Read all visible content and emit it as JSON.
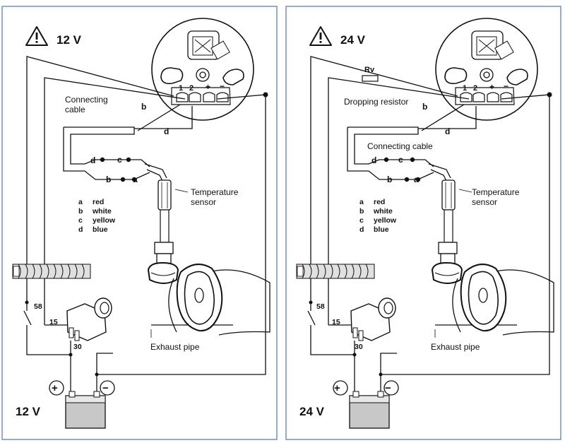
{
  "panels": [
    {
      "voltage_header": "12 V",
      "voltage_footer": "12 V",
      "cable_label_line1": "Connecting",
      "cable_label_line2": "cable",
      "resistor_label": "",
      "resistor_caption": "",
      "sensor_label_line1": "Temperature",
      "sensor_label_line2": "sensor",
      "exhaust_label": "Exhaust pipe",
      "terminal_labels": [
        "1",
        "2",
        "+",
        "−"
      ],
      "wire_letters": [
        "b",
        "d",
        "d",
        "c",
        "b",
        "a"
      ],
      "switch_terminals": [
        "58",
        "15",
        "30"
      ],
      "battery_plus": "+",
      "battery_minus": "−",
      "legend": [
        {
          "key": "a",
          "color": "red"
        },
        {
          "key": "b",
          "color": "white"
        },
        {
          "key": "c",
          "color": "yellow"
        },
        {
          "key": "d",
          "color": "blue"
        }
      ]
    },
    {
      "voltage_header": "24 V",
      "voltage_footer": "24 V",
      "cable_label_line1": "Connecting cable",
      "cable_label_line2": "",
      "resistor_label": "Rv",
      "resistor_caption": "Dropping resistor",
      "sensor_label_line1": "Temperature",
      "sensor_label_line2": "sensor",
      "exhaust_label": "Exhaust pipe",
      "terminal_labels": [
        "1",
        "2",
        "+",
        "−"
      ],
      "wire_letters": [
        "b",
        "d",
        "d",
        "c",
        "b",
        "a"
      ],
      "switch_terminals": [
        "58",
        "15",
        "30"
      ],
      "battery_plus": "+",
      "battery_minus": "−",
      "legend": [
        {
          "key": "a",
          "color": "red"
        },
        {
          "key": "b",
          "color": "white"
        },
        {
          "key": "c",
          "color": "yellow"
        },
        {
          "key": "d",
          "color": "blue"
        }
      ]
    }
  ],
  "warning_icon": "warning-triangle-icon",
  "frame_color": "#5b7fb3"
}
